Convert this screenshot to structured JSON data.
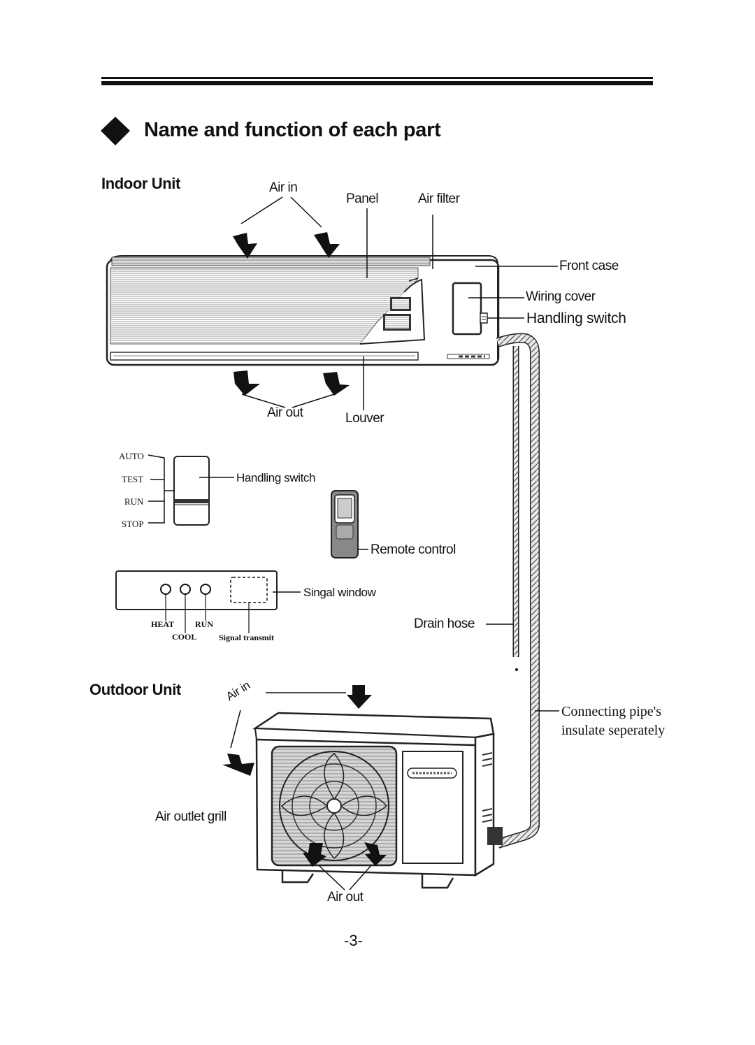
{
  "section_title": "Name and function of each part",
  "indoor": {
    "heading": "Indoor Unit",
    "air_in": "Air in",
    "panel": "Panel",
    "air_filter": "Air filter",
    "front_case": "Front case",
    "wiring_cover": "Wiring cover",
    "handling_switch": "Handling switch",
    "air_out": "Air out",
    "louver": "Louver"
  },
  "switch_detail": {
    "positions": [
      "AUTO",
      "TEST",
      "RUN",
      "STOP"
    ],
    "label": "Handling switch"
  },
  "remote": {
    "label": "Remote control"
  },
  "display_panel": {
    "signal_window": "Singal window",
    "heat": "HEAT",
    "run": "RUN",
    "cool": "COOL",
    "signal_transmit": "Signal transmit"
  },
  "drain_hose": "Drain hose",
  "outdoor": {
    "heading": "Outdoor Unit",
    "air_in": "Air in",
    "connecting_pipe_line1": "Connecting pipe's",
    "connecting_pipe_line2": "insulate seperately",
    "air_outlet_grill": "Air outlet grill",
    "air_out": "Air out"
  },
  "page_number": "-3-"
}
